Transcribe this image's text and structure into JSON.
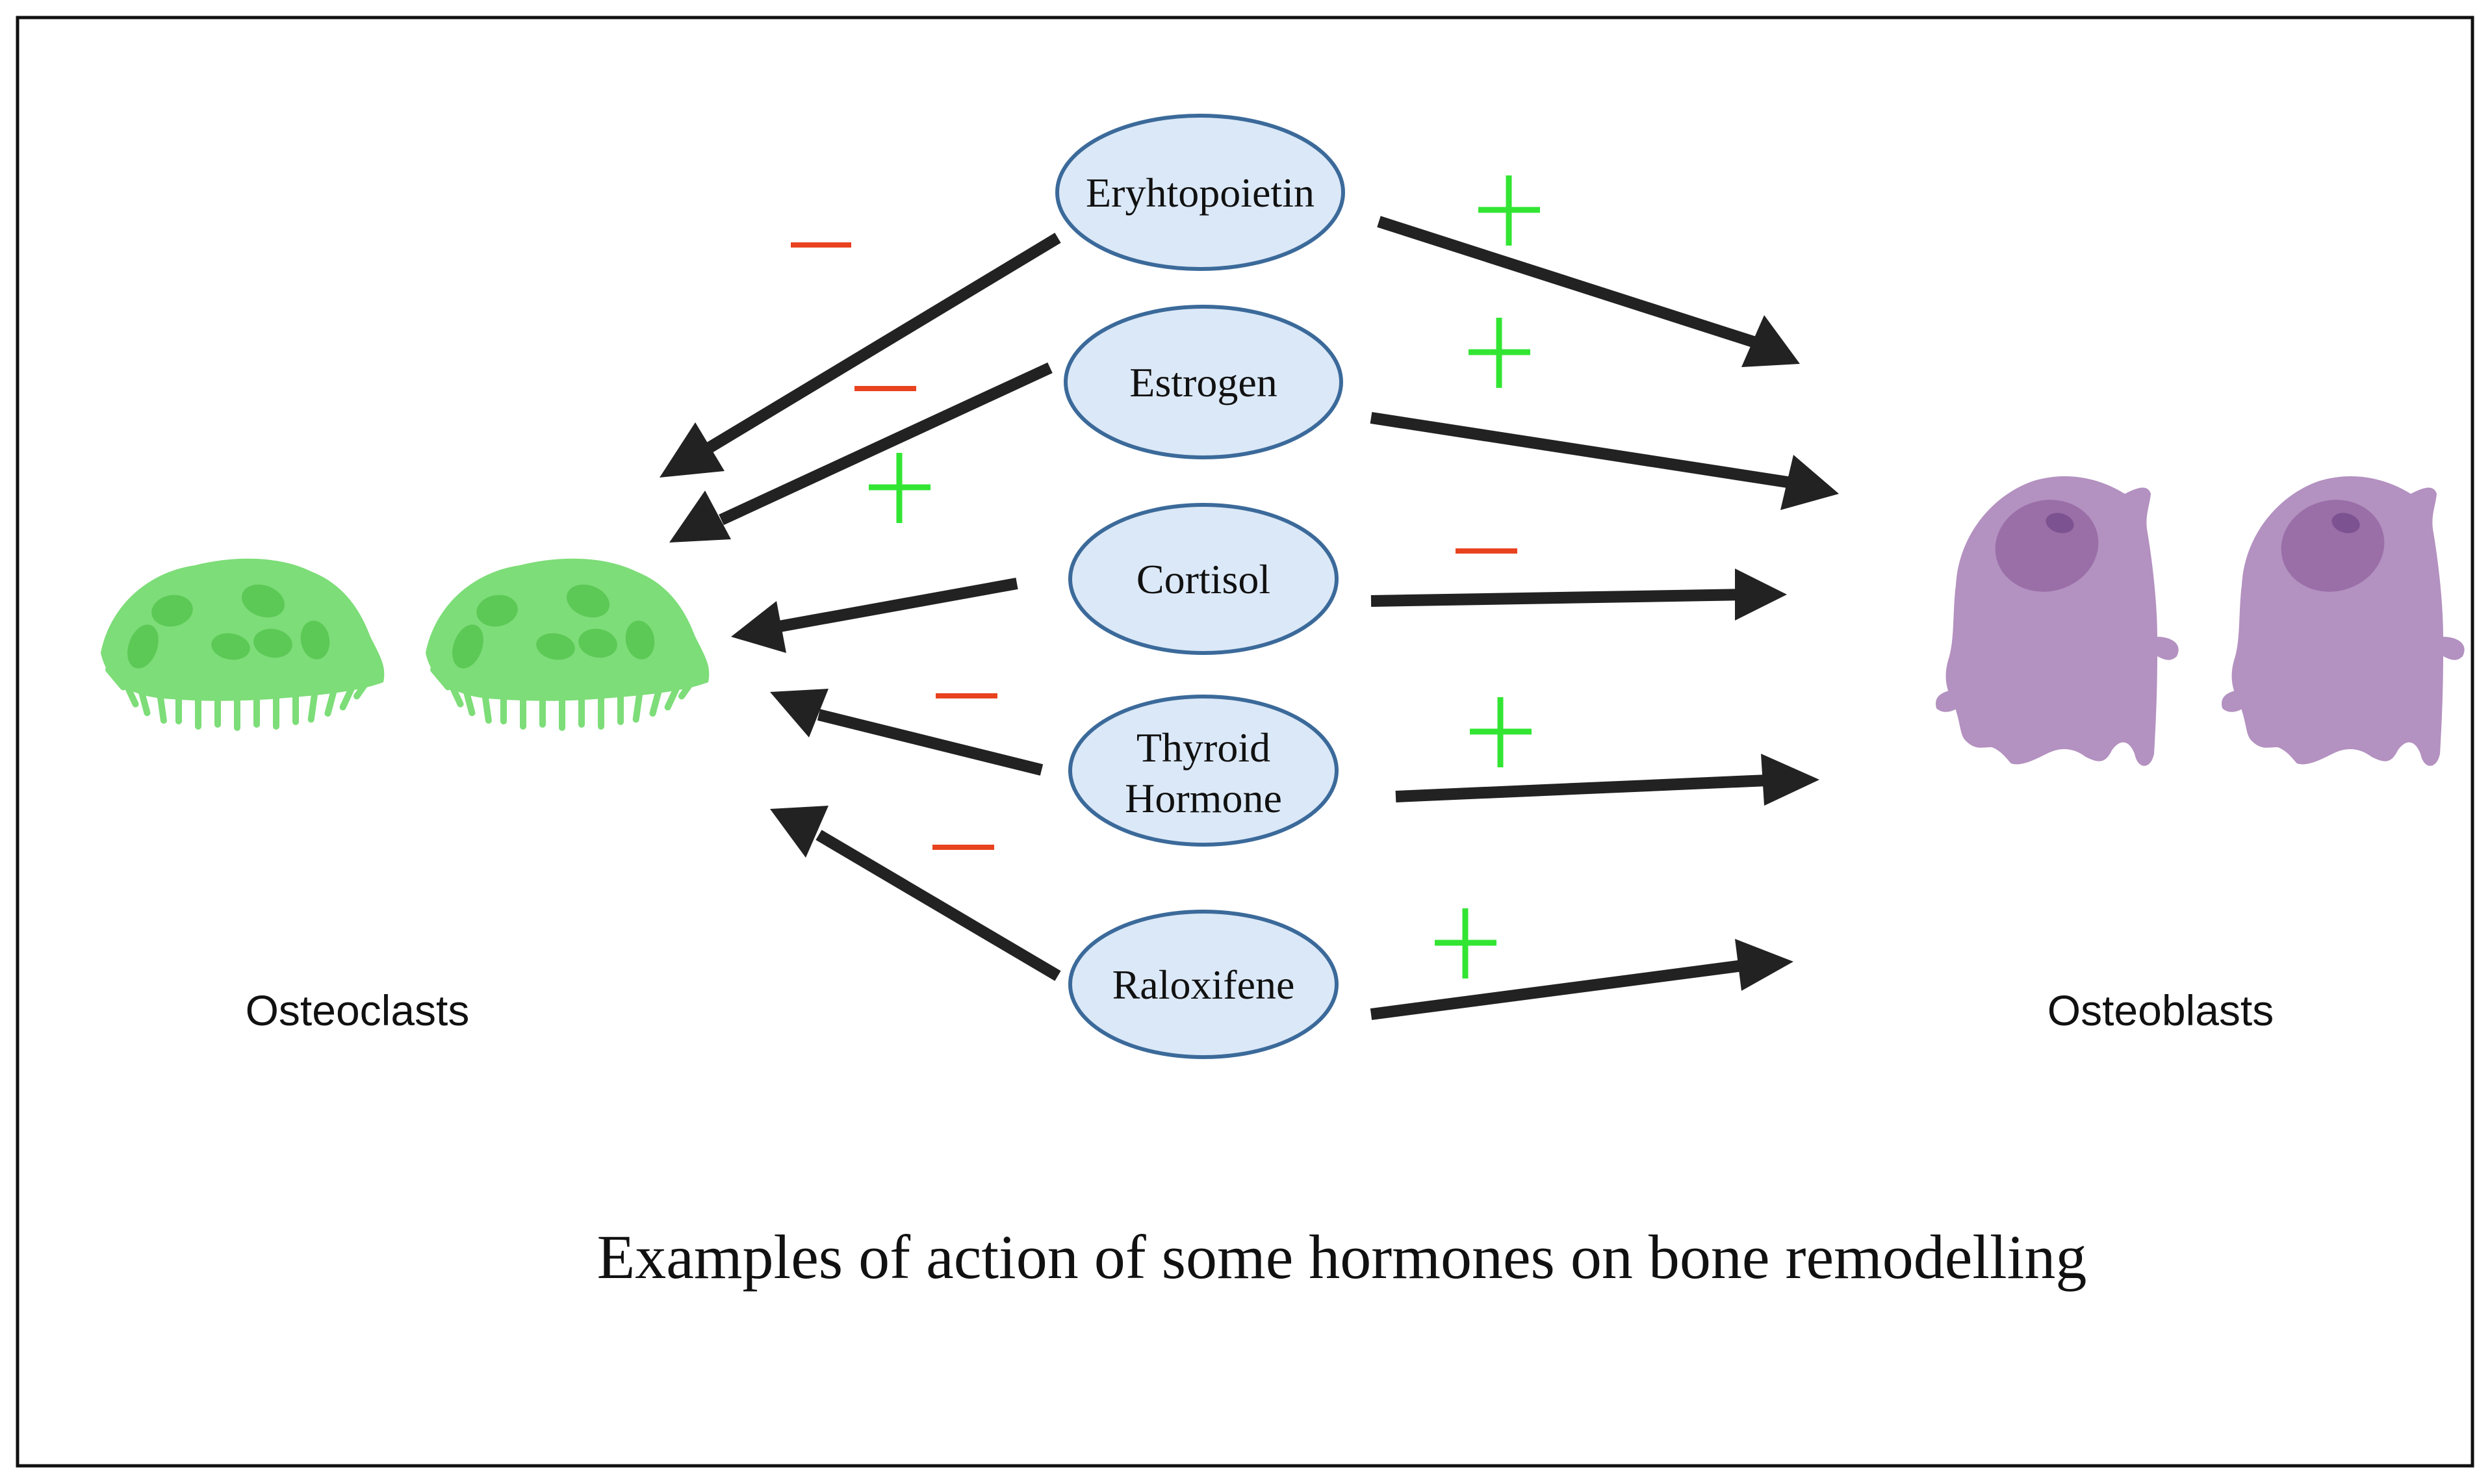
{
  "diagram": {
    "caption": "Examples of action of some hormones on bone remodelling",
    "cells": {
      "left": {
        "label": "Osteoclasts",
        "color": "#7ddd78",
        "dark_color": "#5cc956"
      },
      "right": {
        "label": "Osteoblasts",
        "color": "#b391c0",
        "dark_color": "#9a6fa8"
      }
    },
    "hormone_style": {
      "fill": "#dbe8f7",
      "stroke": "#3b6a9a"
    },
    "sign_colors": {
      "plus": "#33e533",
      "minus": "#e8421f"
    },
    "hormones": [
      {
        "id": "erythropoietin",
        "lines": [
          "Eryhtopoietin"
        ],
        "effect_on_osteoclasts": "-",
        "effect_on_osteoblasts": "+"
      },
      {
        "id": "estrogen",
        "lines": [
          "Estrogen"
        ],
        "effect_on_osteoclasts": "-",
        "effect_on_osteoblasts": "+"
      },
      {
        "id": "estrogen-extra",
        "lines": [],
        "effect_on_osteoclasts": "+",
        "effect_on_osteoblasts": ""
      },
      {
        "id": "cortisol",
        "lines": [
          "Cortisol"
        ],
        "effect_on_osteoclasts": "",
        "effect_on_osteoblasts": "-"
      },
      {
        "id": "thyroid-hormone",
        "lines": [
          "Thyroid",
          "Hormone"
        ],
        "effect_on_osteoclasts": "-",
        "effect_on_osteoblasts": "+"
      },
      {
        "id": "raloxifene",
        "lines": [
          "Raloxifene"
        ],
        "effect_on_osteoclasts": "-",
        "effect_on_osteoblasts": "+"
      }
    ]
  }
}
